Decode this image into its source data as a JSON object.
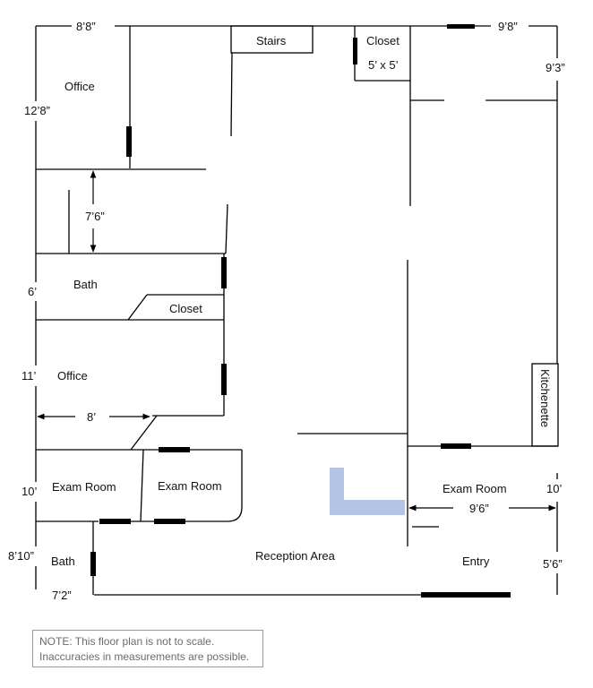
{
  "rooms": {
    "office_top": "Office",
    "stairs": "Stairs",
    "closet_top": "Closet",
    "closet_top_size": "5’ x 5’",
    "bath_upper": "Bath",
    "closet_mid": "Closet",
    "office_mid": "Office",
    "kitchenette": "Kitchenette",
    "exam_left": "Exam Room",
    "exam_center": "Exam Room",
    "exam_right": "Exam Room",
    "bath_lower": "Bath",
    "reception": "Reception Area",
    "entry": "Entry"
  },
  "dimensions": {
    "top_left_width": "8’8”",
    "top_right_width": "9’8”",
    "right_upper_height": "9’3”",
    "office_top_height": "12’8”",
    "hall_width": "7’6”",
    "bath_upper_height": "6’",
    "office_mid_height": "11’",
    "office_mid_width": "8’",
    "exam_left_height": "10’",
    "exam_right_height": "10’",
    "exam_right_width": "9’6”",
    "bath_lower_height": "8’10”",
    "bath_lower_width": "7’2”",
    "entry_height": "5’6”"
  },
  "note": {
    "line1": "NOTE: This floor plan is not to scale.",
    "line2": "Inaccuracies in measurements are possible."
  },
  "colors": {
    "wall": "#000000",
    "door": "#000000",
    "counter": "#b4c4e4",
    "note_border": "#9a9a9a",
    "note_text": "#6b6b6b"
  }
}
